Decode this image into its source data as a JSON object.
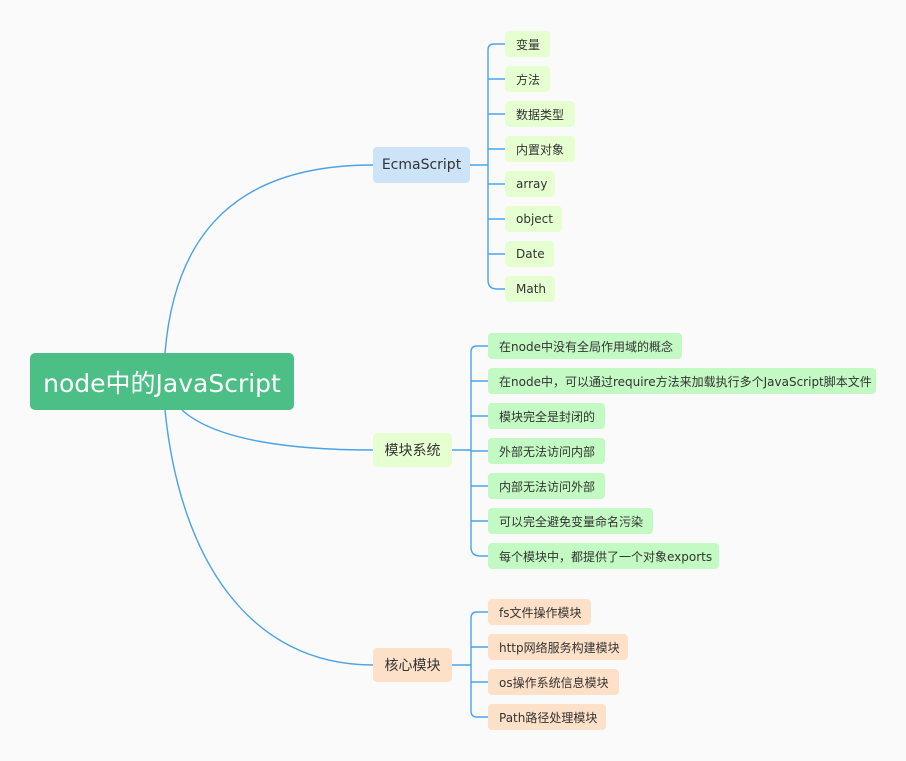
{
  "root": {
    "label": "node中的JavaScript"
  },
  "branches": [
    {
      "label": "EcmaScript",
      "items": [
        "变量",
        "方法",
        "数据类型",
        "内置对象",
        "array",
        "object",
        "Date",
        "Math"
      ]
    },
    {
      "label": "模块系统",
      "items": [
        "在node中没有全局作用域的概念",
        "在node中，可以通过require方法来加载执行多个JavaScript脚本文件",
        "模块完全是封闭的",
        "外部无法访问内部",
        "内部无法访问外部",
        "可以完全避免变量命名污染",
        "每个模块中，都提供了一个对象exports"
      ]
    },
    {
      "label": "核心模块",
      "items": [
        "fs文件操作模块",
        "http网络服务构建模块",
        "os操作系统信息模块",
        "Path路径处理模块"
      ]
    }
  ],
  "colors": {
    "root_fill": "#4cbf86",
    "ecmascript_fill": "#cde3f8",
    "module_fill": "#e6ffd1",
    "module_item_fill": "#c3f9c2",
    "core_fill": "#fde0c8",
    "link": "#4aa3e8"
  }
}
